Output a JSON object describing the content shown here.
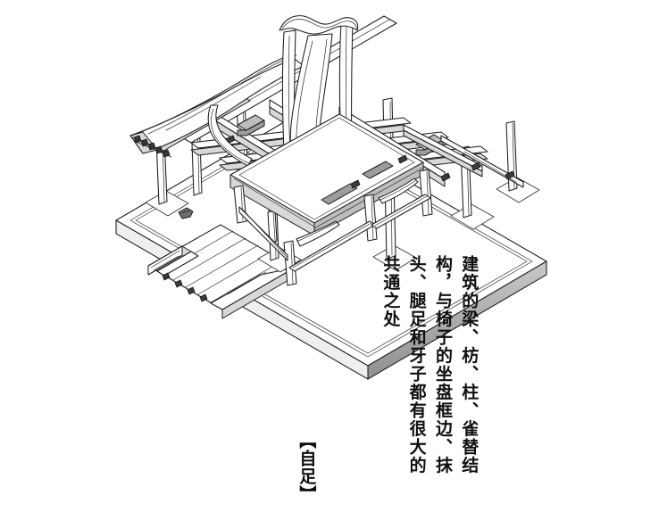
{
  "page": {
    "background_color": "#ffffff",
    "ink_color": "#1a1a1a",
    "shade_color": "#9a9a9a"
  },
  "illustration": {
    "name": "isometric-line-drawing",
    "description": "Pen-and-ink isometric line drawing of a traditional Chinese timber-frame building merged with a yokeback armchair standing on a stone platform with a stepped ramp",
    "parts": [
      "stone-platform",
      "stepped-ramp",
      "column-base-stones",
      "timber-columns",
      "beams-and-purlins",
      "curved-roof-eave",
      "rafter-ends",
      "armchair-crest-rail",
      "armchair-splat",
      "armchair-arms",
      "armchair-seat-frame",
      "armchair-legs",
      "apron-spandrels"
    ]
  },
  "caption": {
    "columns": [
      "建筑的梁、枋、柱、雀替结",
      "构，与椅子的坐盘框边、抹",
      "头、腿足和牙子都有很大的",
      "共通之处"
    ],
    "full_text": "建筑的梁、枋、柱、雀替结构，与椅子的坐盘框边、抹头、腿足和牙子都有很大的共通之处"
  },
  "sigil": {
    "text": "【自足】"
  }
}
